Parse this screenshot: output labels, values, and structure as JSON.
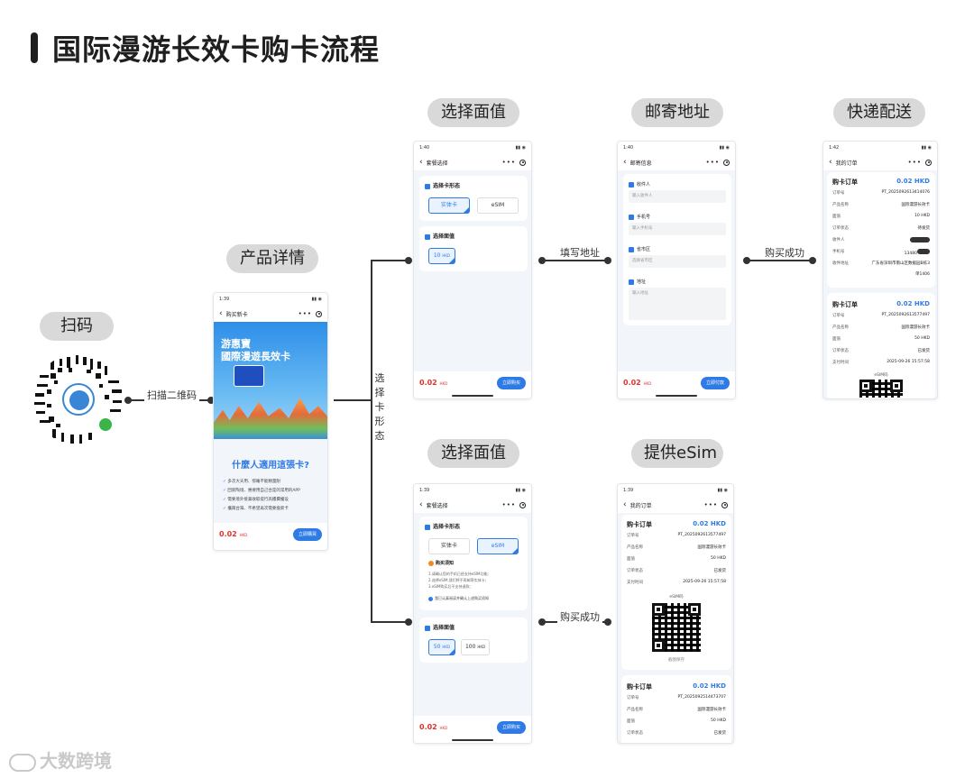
{
  "title": "国际漫游长效卡购卡流程",
  "steps": {
    "scan": "扫码",
    "detail": "产品详情",
    "amount_top": "选择面值",
    "address": "邮寄地址",
    "delivery": "快递配送",
    "amount_bottom": "选择面值",
    "esim": "提供eSim"
  },
  "connectors": {
    "scan_to_detail": "扫描二维码",
    "choose_form": "选择卡形态",
    "fill_address": "填写地址",
    "buy_success_top": "购买成功",
    "buy_success_bottom": "购买成功"
  },
  "watermark": "大数跨境",
  "phone_detail": {
    "time": "1:39",
    "nav_title": "购买新卡",
    "banner_title_line1": "游惠寶",
    "banner_title_line2": "國際漫遊長效卡",
    "question": "什麼人適用這張卡?",
    "points": [
      "多次大天用、惊睡不能精量耐",
      "回新陶境、惠要用自己合是的常用的APP",
      "需要境外接兼收取提行高樓費擾设",
      "攜兩台灣、不希望再次需要換新卡"
    ],
    "price": "0.02",
    "currency": "HKD",
    "buy": "立即購買"
  },
  "phone_amount_top": {
    "time": "1:40",
    "nav_title": "套餐选择",
    "form_head": "选择卡形态",
    "opt_physical": "实体卡",
    "opt_esim": "eSIM",
    "amount_head": "选择面值",
    "amount_opt": "10",
    "unit": "HKD",
    "price": "0.02",
    "currency": "HKD",
    "buy": "立即购买"
  },
  "phone_address": {
    "time": "1:40",
    "nav_title": "邮寄信息",
    "recipient_label": "收件人",
    "recipient_ph": "输入收件人",
    "phone_label": "手机号",
    "phone_ph": "输入手机号",
    "region_label": "省市区",
    "region_ph": "选择省市区",
    "addr_label": "地址",
    "addr_ph": "输入地址",
    "price": "0.02",
    "currency": "HKD",
    "pay": "立即付款"
  },
  "phone_delivery": {
    "time": "1:42",
    "nav_title": "我的订单",
    "order1": {
      "title": "购卡订单",
      "amount": "0.02 HKD",
      "rows": [
        {
          "k": "订单号",
          "v": "PT_2025092613414076"
        },
        {
          "k": "产品名称",
          "v": "国际漫游长效卡"
        },
        {
          "k": "面值",
          "v": "10 HKD"
        },
        {
          "k": "订单状态",
          "v": "待发货"
        },
        {
          "k": "收件人",
          "v": ""
        },
        {
          "k": "手机号",
          "v": "13480"
        },
        {
          "k": "收件地址",
          "v": "广东省深圳市南山区数据园B栋3"
        }
      ],
      "extra": "单1406"
    },
    "order2": {
      "title": "购卡订单",
      "amount": "0.02 HKD",
      "rows": [
        {
          "k": "订单号",
          "v": "PT_2025092613577497"
        },
        {
          "k": "产品名称",
          "v": "国际漫游长效卡"
        },
        {
          "k": "面值",
          "v": "50 HKD"
        },
        {
          "k": "订单状态",
          "v": "已发货"
        },
        {
          "k": "支付时间",
          "v": "2025-09-26 15:57:58"
        }
      ],
      "esim": "eSIM码"
    }
  },
  "phone_amount_bottom": {
    "time": "1:39",
    "nav_title": "套餐选择",
    "form_head": "选择卡形态",
    "opt_physical": "实体卡",
    "opt_esim": "eSIM",
    "notice_head": "购买须知",
    "notice_lines": [
      "1.请确认您的手机已经支持eSIM功能;",
      "2.选择eSIM,我们将不再邮寄实体卡;",
      "3.eSIM购买后不支持退款;"
    ],
    "notice_confirm": "我已认真阅读并确认上述购买须知",
    "amount_head": "选择面值",
    "amount_opt1": "50",
    "amount_opt2": "100",
    "unit": "HKD",
    "price": "0.02",
    "currency": "HKD",
    "buy": "立即购买"
  },
  "phone_esim": {
    "time": "1:39",
    "nav_title": "我的订单",
    "order1": {
      "title": "购卡订单",
      "amount": "0.02 HKD",
      "rows": [
        {
          "k": "订单号",
          "v": "PT_2025092613577497"
        },
        {
          "k": "产品名称",
          "v": "国际漫游长效卡"
        },
        {
          "k": "面值",
          "v": "50 HKD"
        },
        {
          "k": "订单状态",
          "v": "已发货"
        },
        {
          "k": "支付时间",
          "v": "2025-09-26 15:57:58"
        }
      ],
      "esim": "eSIM码",
      "save": "截图保存"
    },
    "order2": {
      "title": "购卡订单",
      "amount": "0.02 HKD",
      "rows": [
        {
          "k": "订单号",
          "v": "PT_2025092514473707"
        },
        {
          "k": "产品名称",
          "v": "国际漫游长效卡"
        },
        {
          "k": "面值",
          "v": "50 HKD"
        },
        {
          "k": "订单状态",
          "v": "已发货"
        }
      ]
    }
  }
}
